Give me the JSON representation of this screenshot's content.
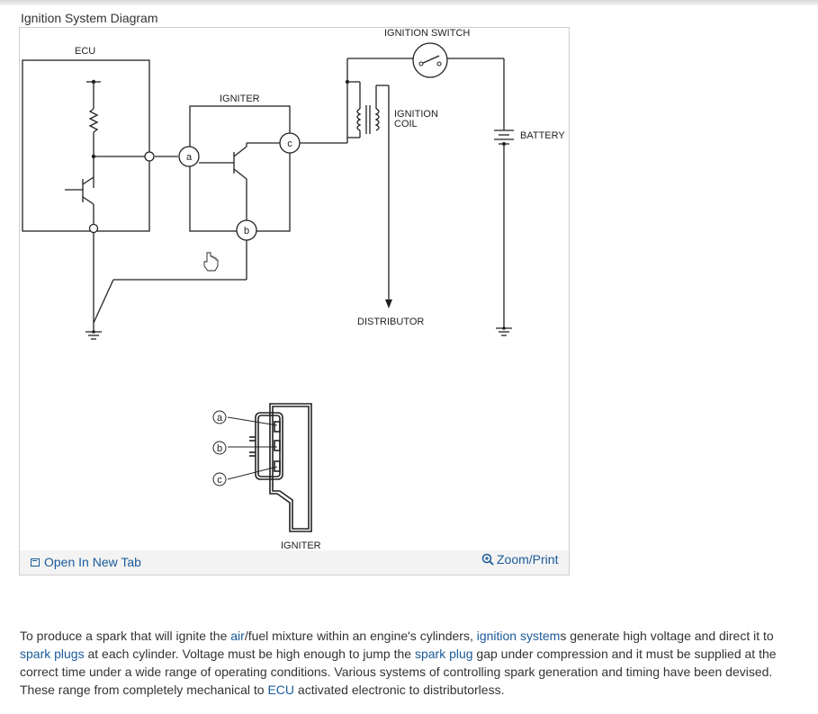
{
  "figure": {
    "title": "Ignition System Diagram",
    "labels": {
      "ecu": "ECU",
      "igniter": "IGNITER",
      "ignition_switch": "IGNITION SWITCH",
      "ignition_coil_1": "IGNITION",
      "ignition_coil_2": "COIL",
      "battery": "BATTERY",
      "distributor": "DISTRIBUTOR",
      "igniter_connector": "IGNITER",
      "pin_a": "a",
      "pin_b": "b",
      "pin_c": "c",
      "conn_a": "a",
      "conn_b": "b",
      "conn_c": "c"
    },
    "open_in_new_tab": "Open In New Tab",
    "zoom_print": "Zoom/Print"
  },
  "article": {
    "t1": "To produce a spark that will ignite the ",
    "l1": "air",
    "t2": "/fuel mixture within an engine's cylinders, ",
    "l2": "ignition system",
    "t3": "s generate high voltage and direct it to ",
    "l3": "spark plugs",
    "t4": " at each cylinder. Voltage must be high enough to jump the ",
    "l4": "spark plug",
    "t5": " gap under compression and it must be supplied at the correct time under a wide range of operating conditions. Various systems of controlling spark generation and timing have been devised. These range from completely mechanical to ",
    "l5": "ECU",
    "t6": " activated electronic to distributorless."
  },
  "colors": {
    "link": "#1a5a9a",
    "text": "#333333",
    "line": "#222222"
  }
}
